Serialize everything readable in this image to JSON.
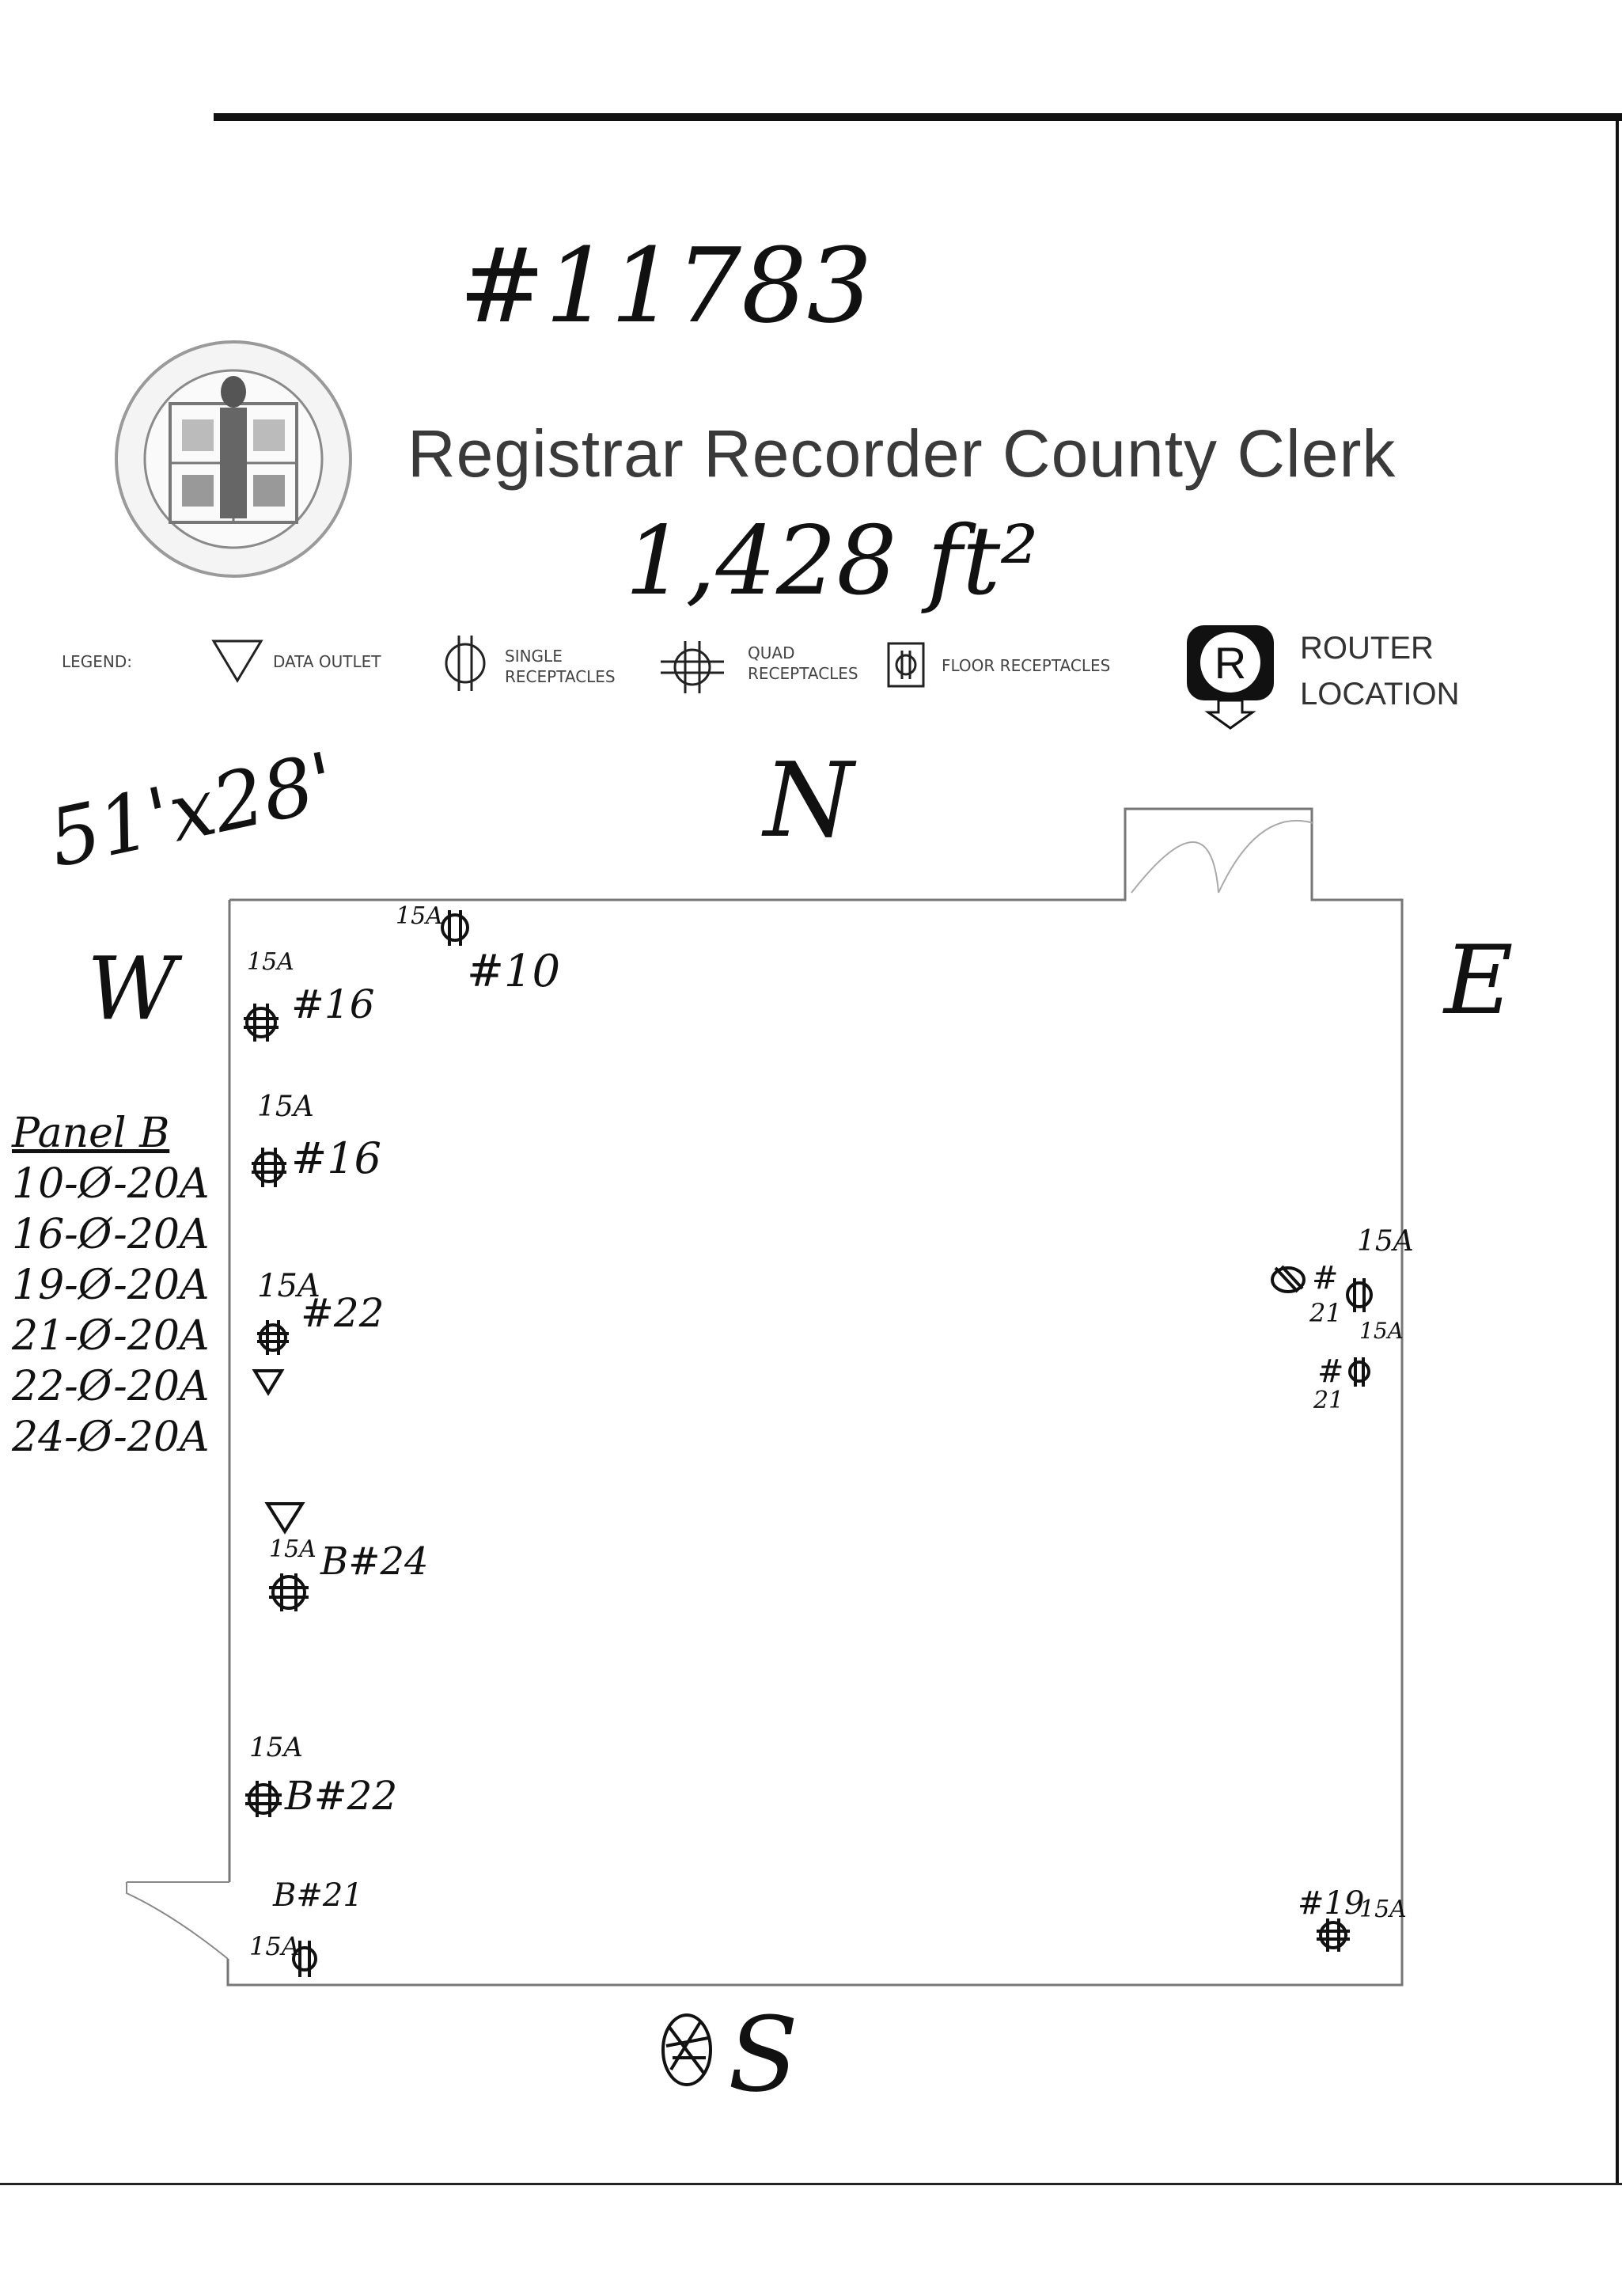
{
  "doc_number": "#11783",
  "title": "Registrar Recorder County Clerk",
  "area": "1,428 ft²",
  "dimensions": "51'x28'",
  "legend": {
    "label": "LEGEND:",
    "data_outlet": "DATA OUTLET",
    "single_line1": "SINGLE",
    "single_line2": "RECEPTACLES",
    "quad_line1": "QUAD",
    "quad_line2": "RECEPTACLES",
    "floor": "FLOOR RECEPTACLES",
    "router_line1": "ROUTER",
    "router_line2": "LOCATION"
  },
  "compass": {
    "north": "N",
    "south": "S",
    "east": "E",
    "west": "W"
  },
  "panel": {
    "title": "Panel B",
    "lines": [
      "10-Ø-20A",
      "16-Ø-20A",
      "19-Ø-20A",
      "21-Ø-20A",
      "22-Ø-20A",
      "24-Ø-20A"
    ]
  },
  "annotations": {
    "top_amp": "15A",
    "top_circuit": "#10",
    "w1_amp": "15A",
    "w1_circuit": "#16",
    "w2_amp": "15A",
    "w2_circuit": "#16",
    "w3_amp": "15A",
    "w3_circuit": "#22",
    "w4_amp": "15A",
    "w4_circuit": "B#24",
    "w5_amp": "15A",
    "w5_circuit": "B#22",
    "w6_circuit": "B#21",
    "w6_amp": "15A",
    "e1_amp": "15A",
    "e1_circuit": "#",
    "e1_num": "21",
    "e2_amp": "15A",
    "e2_circuit": "#",
    "e2_num": "21",
    "se_circuit": "#19",
    "se_amp": "15A"
  }
}
